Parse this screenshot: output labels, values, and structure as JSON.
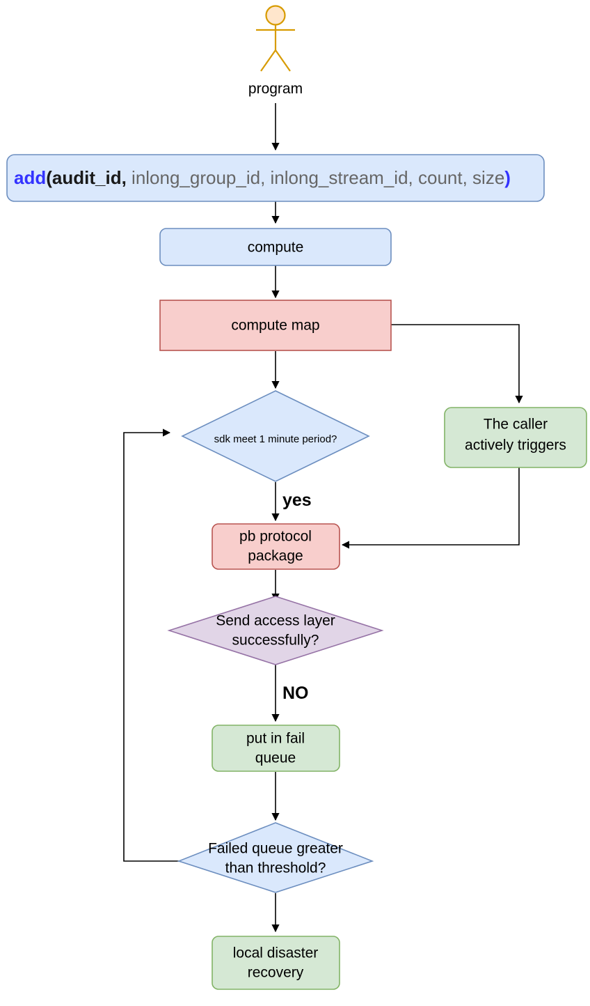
{
  "diagram": {
    "title": "InLong Audit SDK flow",
    "background": "#ffffff",
    "actor": {
      "label": "program",
      "icon": "actor-stick-figure-icon",
      "stroke": "#d79b00",
      "fill": "#ffe6cc"
    },
    "palette": {
      "blue_fill": "#dae8fc",
      "blue_stroke": "#6c8ebf",
      "red_fill": "#f8cecc",
      "red_stroke": "#b85450",
      "green_fill": "#d5e8d4",
      "green_stroke": "#82b366",
      "purple_fill": "#e1d5e7",
      "purple_stroke": "#9673a6",
      "edge_stroke": "#000000",
      "keyword_blue": "#3333ff",
      "dim_gray": "#666666"
    },
    "signature": {
      "parts": [
        {
          "text": "add",
          "style": "keyword"
        },
        {
          "text": "(",
          "style": "strong"
        },
        {
          "text": "audit_id",
          "style": "strong"
        },
        {
          "text": ", ",
          "style": "strong"
        },
        {
          "text": "inlong_group_id, inlong_stream_id, count, size",
          "style": "dim"
        },
        {
          "text": ")",
          "style": "keyword"
        }
      ],
      "plain": "add(audit_id, inlong_group_id, inlong_stream_id, count, size)"
    },
    "nodes": [
      {
        "id": "actor",
        "name": "actor-program",
        "shape": "actor",
        "label": "program"
      },
      {
        "id": "add",
        "name": "node-add-signature",
        "shape": "rounded-rect",
        "label": "add(audit_id, inlong_group_id, inlong_stream_id, count, size)",
        "color": "blue"
      },
      {
        "id": "compute",
        "name": "node-compute",
        "shape": "rounded-rect",
        "label": "compute",
        "color": "blue"
      },
      {
        "id": "computemap",
        "name": "node-compute-map",
        "shape": "rect",
        "label": "compute map",
        "color": "red"
      },
      {
        "id": "sdkperiod",
        "name": "decision-sdk-period",
        "shape": "diamond",
        "label": "sdk meet 1 minute period?",
        "color": "blue"
      },
      {
        "id": "caller",
        "name": "node-caller-triggers",
        "shape": "rounded-rect",
        "label_line1": "The caller",
        "label_line2": "actively triggers",
        "color": "green"
      },
      {
        "id": "pbpackage",
        "name": "node-pb-protocol-package",
        "shape": "rounded-rect",
        "label_line1": "pb protocol",
        "label_line2": "package",
        "color": "red"
      },
      {
        "id": "sendaccess",
        "name": "decision-send-access-layer",
        "shape": "diamond",
        "label_line1": "Send access layer",
        "label_line2": "successfully?",
        "color": "purple"
      },
      {
        "id": "failqueue",
        "name": "node-put-in-fail-queue",
        "shape": "rounded-rect",
        "label_line1": "put in fail",
        "label_line2": "queue",
        "color": "green"
      },
      {
        "id": "threshold",
        "name": "decision-failed-queue-threshold",
        "shape": "diamond",
        "label_line1": "Failed queue greater",
        "label_line2": "than threshold?",
        "color": "blue"
      },
      {
        "id": "recovery",
        "name": "node-local-disaster-recovery",
        "shape": "rounded-rect",
        "label_line1": "local disaster",
        "label_line2": "recovery",
        "color": "green"
      }
    ],
    "edges": [
      {
        "name": "edge-actor-to-add",
        "from": "actor",
        "to": "add",
        "label": ""
      },
      {
        "name": "edge-add-to-compute",
        "from": "add",
        "to": "compute",
        "label": ""
      },
      {
        "name": "edge-compute-to-computemap",
        "from": "compute",
        "to": "computemap",
        "label": ""
      },
      {
        "name": "edge-computemap-to-sdkperiod",
        "from": "computemap",
        "to": "sdkperiod",
        "label": ""
      },
      {
        "name": "edge-computemap-to-caller",
        "from": "computemap",
        "to": "caller",
        "label": ""
      },
      {
        "name": "edge-caller-to-pbpackage",
        "from": "caller",
        "to": "pbpackage",
        "label": ""
      },
      {
        "name": "edge-sdkperiod-to-pbpackage",
        "from": "sdkperiod",
        "to": "pbpackage",
        "label": "yes"
      },
      {
        "name": "edge-pbpackage-to-sendaccess",
        "from": "pbpackage",
        "to": "sendaccess",
        "label": ""
      },
      {
        "name": "edge-sendaccess-to-failqueue",
        "from": "sendaccess",
        "to": "failqueue",
        "label": "NO"
      },
      {
        "name": "edge-failqueue-to-threshold",
        "from": "failqueue",
        "to": "threshold",
        "label": ""
      },
      {
        "name": "edge-threshold-to-recovery",
        "from": "threshold",
        "to": "recovery",
        "label": ""
      },
      {
        "name": "edge-threshold-back-to-sdkperiod",
        "from": "threshold",
        "to": "sdkperiod",
        "label": ""
      }
    ],
    "edge_labels": {
      "yes": "yes",
      "no": "NO"
    },
    "node_labels": {
      "actor": "program",
      "compute": "compute",
      "compute_map": "compute map",
      "sdk_period": "sdk meet 1 minute period?",
      "caller_l1": "The caller",
      "caller_l2": "actively triggers",
      "pb_l1": "pb protocol",
      "pb_l2": "package",
      "send_l1": "Send access layer",
      "send_l2": "successfully?",
      "fail_l1": "put in fail",
      "fail_l2": "queue",
      "thresh_l1": "Failed queue greater",
      "thresh_l2": "than threshold?",
      "recovery_l1": "local disaster",
      "recovery_l2": "recovery"
    },
    "signature_parts": {
      "kw_open": "add",
      "paren_open": "(",
      "strong_arg": "audit_id,",
      "dim_args": " inlong_group_id, inlong_stream_id, count, size",
      "kw_close": ")"
    }
  }
}
